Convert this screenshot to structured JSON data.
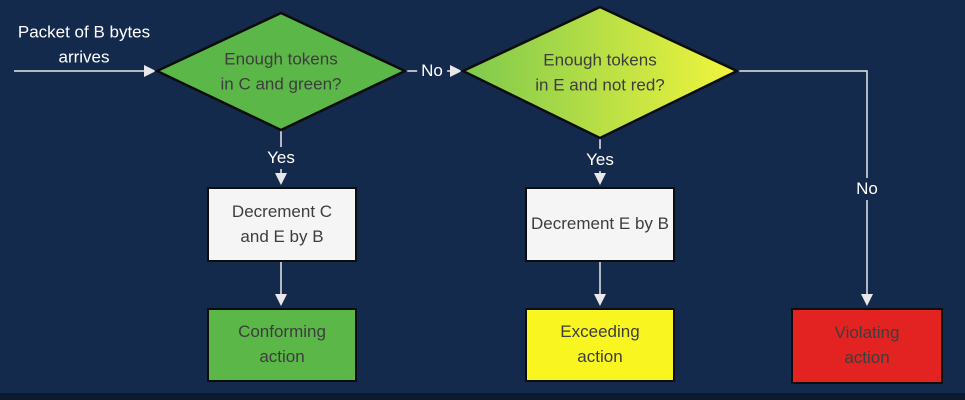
{
  "colors": {
    "background": "#142a4d",
    "footer_strip": "#0c1a30",
    "diamond_green": "#5cb749",
    "gradient_left": "#7dc94e",
    "gradient_right": "#f2f53c",
    "box_green": "#5cb749",
    "box_yellow": "#f8f521",
    "box_red": "#e32322",
    "box_white": "#f5f5f5",
    "line": "#e8e8e8",
    "shape_border": "#0d0d0d",
    "shape_text": "#3d3d3d",
    "label_text": "#ffffff"
  },
  "nodes": {
    "start": {
      "lines": [
        "Packet of B bytes",
        "arrives"
      ]
    },
    "decision_c": {
      "lines": [
        "Enough tokens",
        "in C and green?"
      ]
    },
    "decision_e": {
      "lines": [
        "Enough tokens",
        "in E and not red?"
      ]
    },
    "decrement_ce": {
      "lines": [
        "Decrement C",
        "and E by B"
      ]
    },
    "decrement_e": {
      "lines": [
        "Decrement E by B"
      ]
    },
    "conforming": {
      "lines": [
        "Conforming",
        "action"
      ]
    },
    "exceeding": {
      "lines": [
        "Exceeding",
        "action"
      ]
    },
    "violating": {
      "lines": [
        "Violating",
        "action"
      ]
    }
  },
  "edge_labels": {
    "d1_yes": "Yes",
    "d1_no": "No",
    "d2_yes": "Yes",
    "d2_no": "No"
  }
}
